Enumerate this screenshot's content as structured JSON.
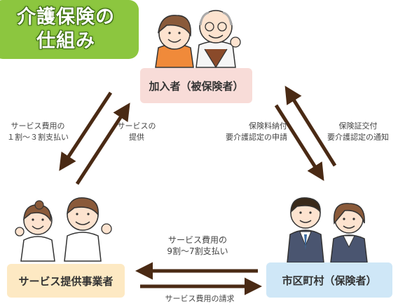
{
  "title": {
    "line1": "介護保険の",
    "line2": "仕組み"
  },
  "nodes": {
    "insured": "加入者（被保険者）",
    "provider": "サービス提供事業者",
    "municipality": "市区町村（保険者）"
  },
  "flows": {
    "pay_provider": {
      "line1": "サービス費用の",
      "line2": "１割～３割支払い"
    },
    "provide_service": {
      "line1": "サービスの",
      "line2": "提供"
    },
    "premium": {
      "line1": "保険料納付",
      "line2": "要介護認定の申請"
    },
    "certificate": {
      "line1": "保険証交付",
      "line2": "要介護認定の通知"
    },
    "municipality_pay": {
      "line1": "サービス費用の",
      "line2": "9割～7割支払い"
    },
    "claim": "サービス費用の請求"
  },
  "colors": {
    "title_bg": "#8cc63f",
    "insured_bg": "#f8dcd8",
    "provider_bg": "#fde9c3",
    "municipality_bg": "#cfe7f7",
    "arrow": "#4a2a14"
  },
  "illustrations": [
    "elderly-couple",
    "care-workers",
    "office-staff"
  ]
}
